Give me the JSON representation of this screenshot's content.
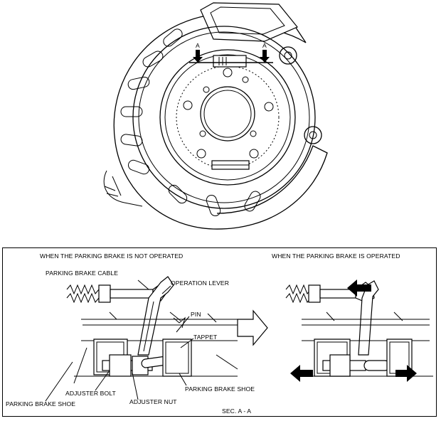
{
  "top_view": {
    "section_marker_label": "A"
  },
  "section_view": {
    "left_title": "WHEN THE PARKING BRAKE IS NOT OPERATED",
    "right_title": "WHEN THE PARKING BRAKE IS OPERATED",
    "labels": {
      "parking_brake_cable": "PARKING BRAKE CABLE",
      "operation_lever": "OPERATION LEVER",
      "pin": "PIN",
      "tappet": "TAPPET",
      "parking_brake_shoe_right": "PARKING BRAKE SHOE",
      "parking_brake_shoe_left": "PARKING BRAKE SHOE",
      "adjuster_bolt": "ADJUSTER BOLT",
      "adjuster_nut": "ADJUSTER NUT"
    },
    "caption": "SEC. A - A"
  }
}
